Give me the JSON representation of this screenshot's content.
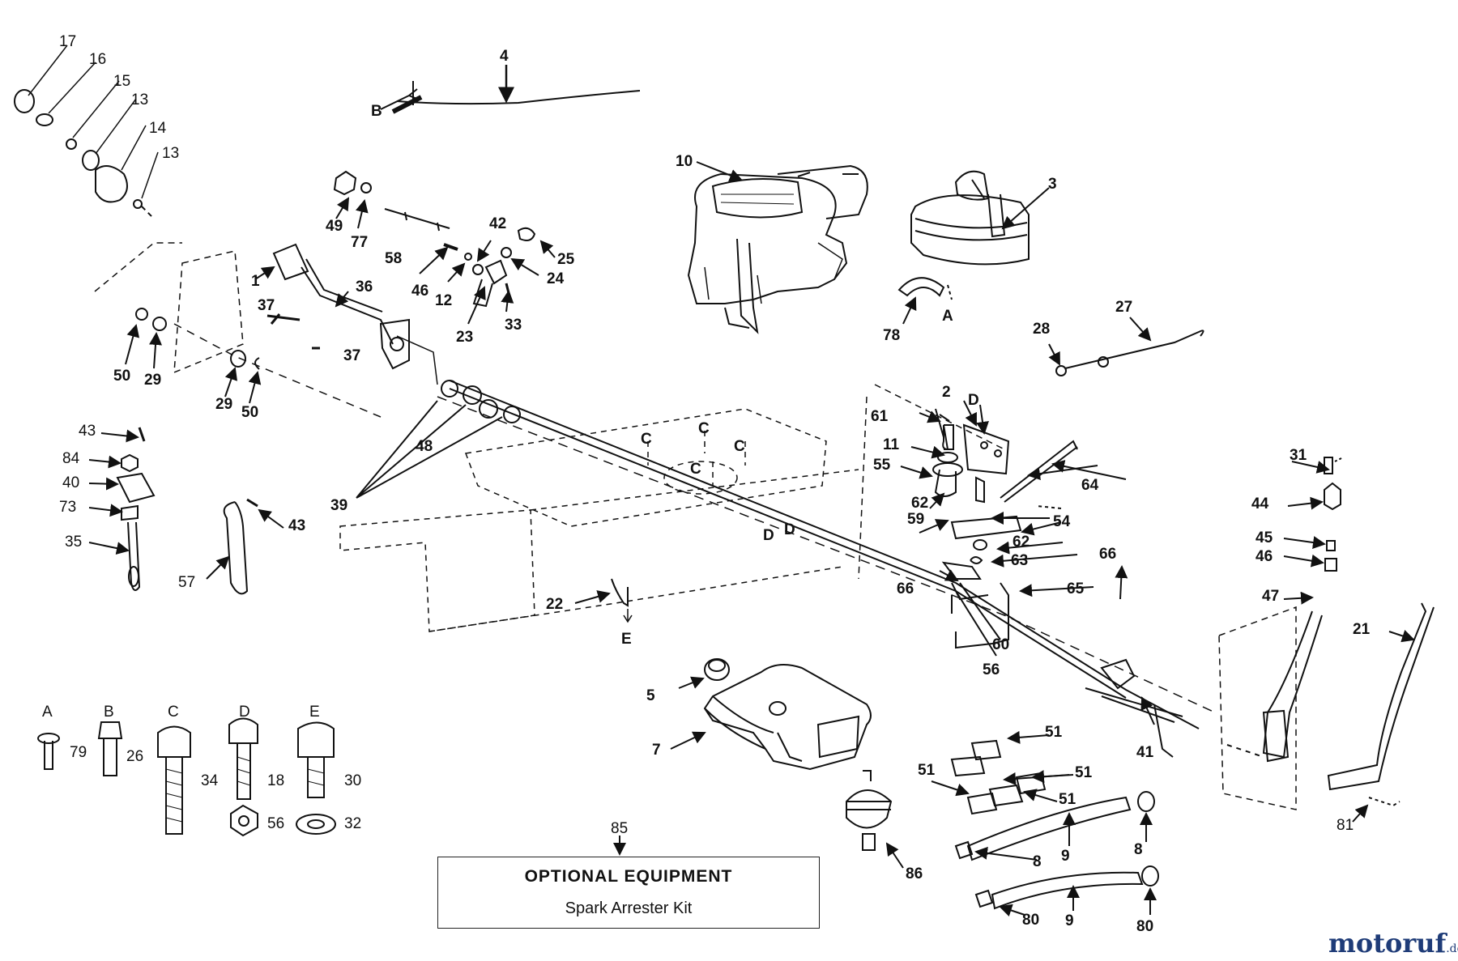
{
  "callouts": {
    "n1": "1",
    "n2": "2",
    "n3": "3",
    "n4": "4",
    "n5": "5",
    "n7": "7",
    "n8a": "8",
    "n8b": "8",
    "n9a": "9",
    "n9b": "9",
    "n10": "10",
    "n11": "11",
    "n12": "12",
    "n13a": "13",
    "n13b": "13",
    "n14": "14",
    "n15": "15",
    "n16": "16",
    "n17": "17",
    "n18": "18",
    "n21": "21",
    "n22": "22",
    "n23": "23",
    "n24": "24",
    "n25": "25",
    "n26": "26",
    "n27": "27",
    "n28": "28",
    "n29a": "29",
    "n29b": "29",
    "n30": "30",
    "n31": "31",
    "n32": "32",
    "n33": "33",
    "n34": "34",
    "n35": "35",
    "n36": "36",
    "n37a": "37",
    "n37b": "37",
    "n39": "39",
    "n40": "40",
    "n41": "41",
    "n42": "42",
    "n43a": "43",
    "n43b": "43",
    "n44": "44",
    "n45": "45",
    "n46a": "46",
    "n46b": "46",
    "n47": "47",
    "n48": "48",
    "n49": "49",
    "n50a": "50",
    "n50b": "50",
    "n51a": "51",
    "n51b": "51",
    "n51c": "51",
    "n51d": "51",
    "n54": "54",
    "n55": "55",
    "n56a": "56",
    "n56b": "56",
    "n57": "57",
    "n58": "58",
    "n59": "59",
    "n60": "60",
    "n61": "61",
    "n62a": "62",
    "n62b": "62",
    "n63": "63",
    "n64": "64",
    "n65": "65",
    "n66a": "66",
    "n66b": "66",
    "n73": "73",
    "n77": "77",
    "n78": "78",
    "n79": "79",
    "n80a": "80",
    "n80b": "80",
    "n81": "81",
    "n84": "84",
    "n85": "85",
    "n86": "86"
  },
  "refs": {
    "A_top": "A",
    "B_cable": "B",
    "C1": "C",
    "C2": "C",
    "C3": "C",
    "C4": "C",
    "D_top": "D",
    "D1": "D",
    "D2": "D",
    "E_top": "E"
  },
  "hardware_keys": [
    {
      "letter": "A",
      "part": "79"
    },
    {
      "letter": "B",
      "part": "26"
    },
    {
      "letter": "C",
      "part": "34"
    },
    {
      "letter": "D",
      "part": "18",
      "nut": "56"
    },
    {
      "letter": "E",
      "part": "30",
      "washer": "32"
    }
  ],
  "optional": {
    "title": "OPTIONAL EQUIPMENT",
    "item": "Spark Arrester Kit"
  },
  "watermark": {
    "main": "motoruf",
    "suffix": ".de"
  }
}
